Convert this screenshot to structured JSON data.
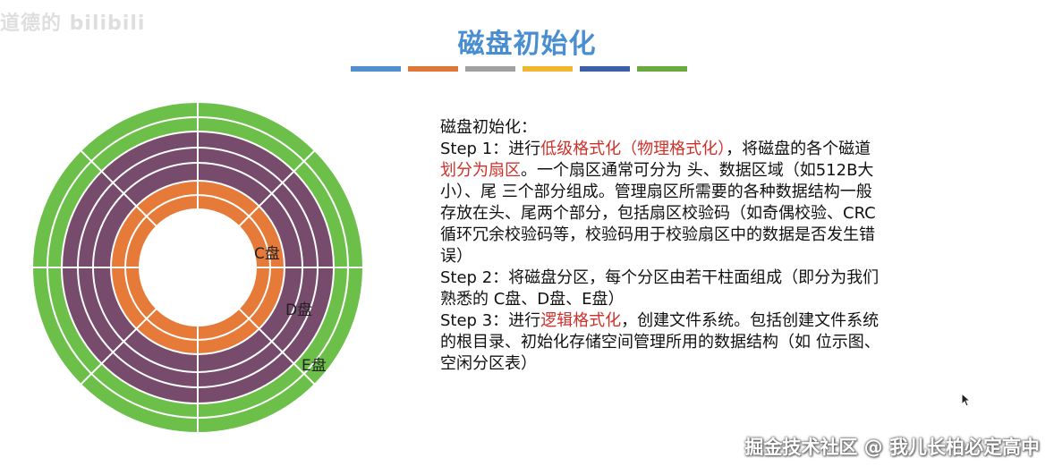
{
  "watermark_top_left": "道德的 bilibili",
  "title": "磁盘初始化",
  "color_bars": [
    "#4f8fd0",
    "#e07638",
    "#a0a0a0",
    "#f1b72e",
    "#3d5ea8",
    "#6aaa3d"
  ],
  "disk": {
    "colors": {
      "e_zone": "#6cc04a",
      "d_zone": "#764b6c",
      "c_zone": "#e67a39",
      "lines": "#ffffff"
    },
    "labels": {
      "c": "C盘",
      "d": "D盘",
      "e": "E盘"
    }
  },
  "text": {
    "heading": "磁盘初始化：",
    "step1": {
      "prefix": "Step 1：进行",
      "hl1": "低级格式化（物理格式化）",
      "mid": "，将磁盘的各个磁道",
      "hl2": "划分为扇区",
      "line3": "。一个扇区通常可分为 头、数据区域（如512B大",
      "line4": "小）、尾 三个部分组成。管理扇区所需要的各种数据结构一般",
      "line5": "存放在头、尾两个部分，包括扇区校验码（如奇偶校验、CRC",
      "line6": "循环冗余校验码等，校验码用于校验扇区中的数据是否发生错",
      "line7": "误）"
    },
    "step2": {
      "line1": "Step 2：将磁盘分区，每个分区由若干柱面组成（即分为我们",
      "line2": "熟悉的 C盘、D盘、E盘）"
    },
    "step3": {
      "prefix": "Step 3：进行",
      "hl": "逻辑格式化",
      "suffix": "，创建文件系统。包括创建文件系统",
      "line2": "的根目录、初始化存储空间管理所用的数据结构（如 位示图、",
      "line3": "空闲分区表）"
    }
  },
  "watermark_bottom_right": "掘金技术社区 @ 我儿长柏必定高中"
}
